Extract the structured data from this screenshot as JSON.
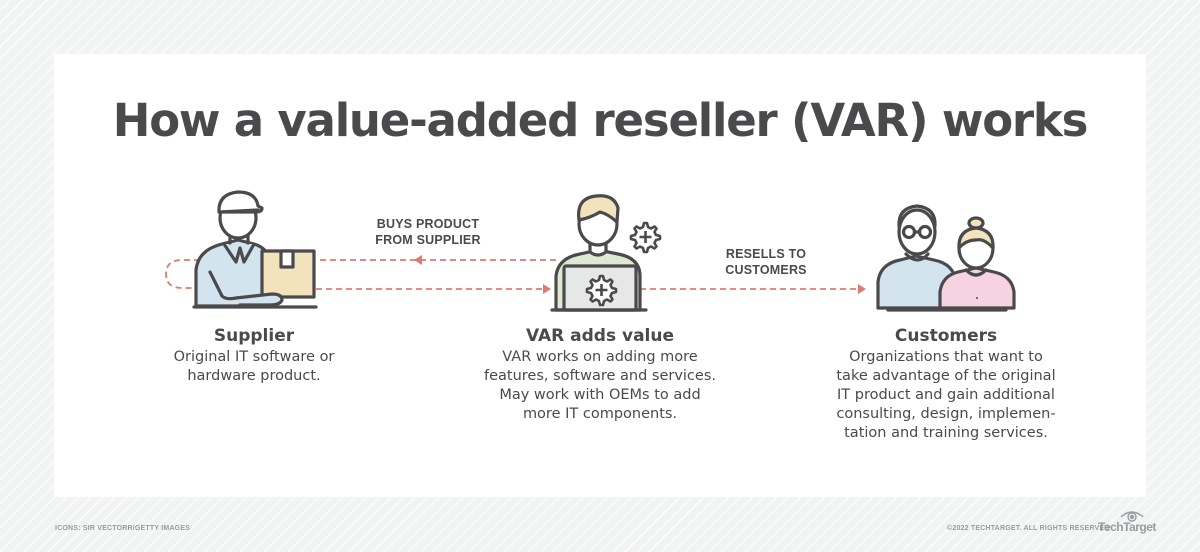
{
  "title": "How a value-added reseller (VAR) works",
  "flows": [
    {
      "label_line1": "BUYS PRODUCT",
      "label_line2": "FROM SUPPLIER",
      "direction": "VAR to Supplier"
    },
    {
      "label_line1": "RESELLS TO",
      "label_line2": "CUSTOMERS",
      "direction": "VAR to Customers"
    }
  ],
  "nodes": [
    {
      "id": "supplier",
      "icon": "delivery-person-with-box-icon",
      "title": "Supplier",
      "desc_lines": [
        "Original IT software or",
        "hardware product."
      ]
    },
    {
      "id": "var",
      "icon": "person-at-laptop-with-gears-icon",
      "title": "VAR adds value",
      "desc_lines": [
        "VAR works on adding more",
        "features, software and services.",
        "May work with OEMs to add",
        "more IT components."
      ]
    },
    {
      "id": "customers",
      "icon": "couple-icon",
      "title": "Customers",
      "desc_lines": [
        "Organizations that want to",
        "take advantage of the original",
        "IT product and gain additional",
        "consulting, design, implemen-",
        "tation and training services."
      ]
    }
  ],
  "footer": {
    "credit": "ICONS: SIR VECTORR/GETTY IMAGES",
    "copyright": "©2022 TECHTARGET. ALL RIGHTS RESERVED",
    "brand": "TechTarget"
  },
  "colors": {
    "text": "#4a4a4c",
    "arrow": "#e07a72",
    "stroke": "#4a4a4c",
    "supplier_shirt": "#d3e4ee",
    "box": "#f3e3bd",
    "var_shirt": "#dfe9d2",
    "hair": "#f3e3bd",
    "laptop": "#e6e8e8",
    "man_shirt": "#d3e4ee",
    "woman_shirt": "#f7d3e2",
    "footer_text": "#9a9b9d"
  }
}
